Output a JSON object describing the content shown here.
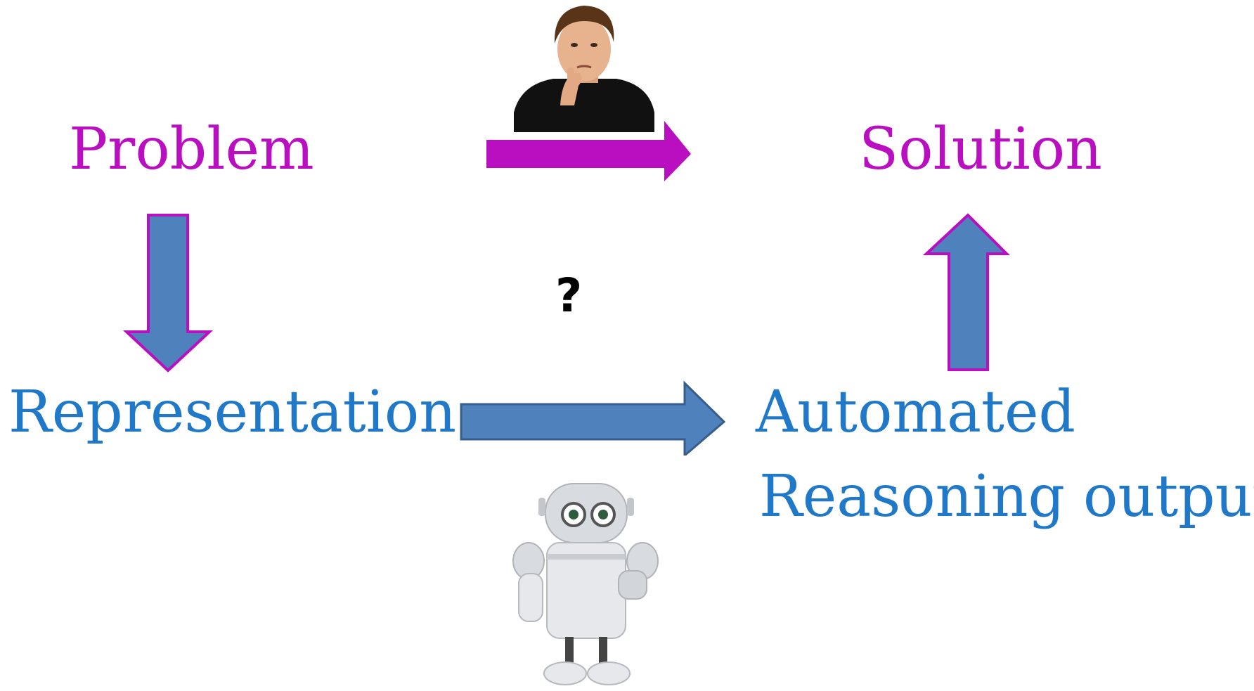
{
  "labels": {
    "problem": "Problem",
    "solution": "Solution",
    "representation": "Representation",
    "automated": "Automated",
    "reasoning_output": "Reasoning output",
    "question_mark": "?"
  },
  "colors": {
    "magenta": "#b90fc0",
    "text_blue": "#1f78c8",
    "arrow_blue": "#4f81bd",
    "arrow_dark_outline": "#385d8a"
  },
  "figures": {
    "human": "thinking-person-photo",
    "robot": "thinking-robot-image"
  }
}
